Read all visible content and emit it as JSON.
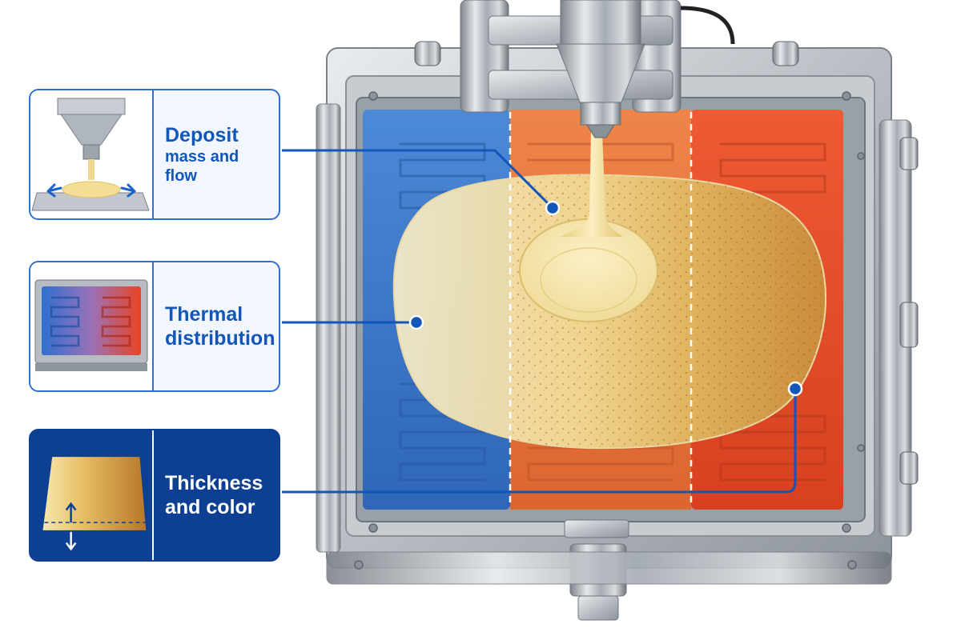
{
  "callouts": [
    {
      "title": "Deposit",
      "subtitle": "mass and flow"
    },
    {
      "title": "Thermal",
      "subtitle": "distribution"
    },
    {
      "title": "Thickness",
      "subtitle": "and color"
    }
  ],
  "colors": {
    "accent": "#1156b8",
    "dark_panel": "#0d3f92",
    "cool_zone": "#3f7fcf",
    "mid_zone": "#e5743a",
    "hot_zone": "#e24a2a",
    "batter": "#f1dc9c"
  }
}
